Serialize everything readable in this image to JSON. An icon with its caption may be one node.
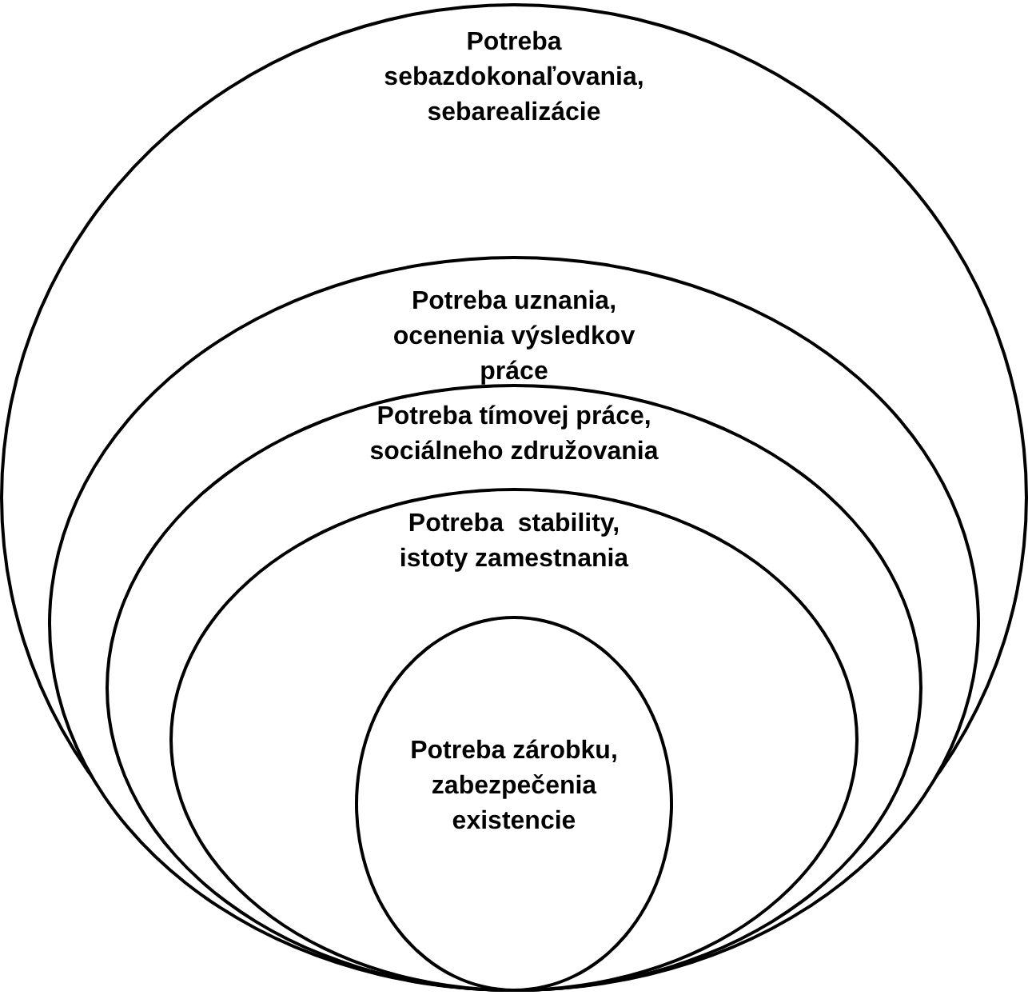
{
  "diagram": {
    "nodes": [
      {
        "text": [
          "Potreba sebazdokonaľovania, sebarealizácie"
        ]
      },
      {
        "text": [
          "Potreba uznania, ocenenia výsledkov práce"
        ],
        "in": 0
      },
      {
        "text": [
          "Potreba tímovej práce, sociálneho združovania"
        ],
        "in": 1
      },
      {
        "text": [
          "Potreba  stability, istoty zamestnania"
        ],
        "in": 2
      },
      {
        "text": [
          "Potreba zárobku, zabezpečenia existencie"
        ],
        "in": 3
      }
    ]
  }
}
